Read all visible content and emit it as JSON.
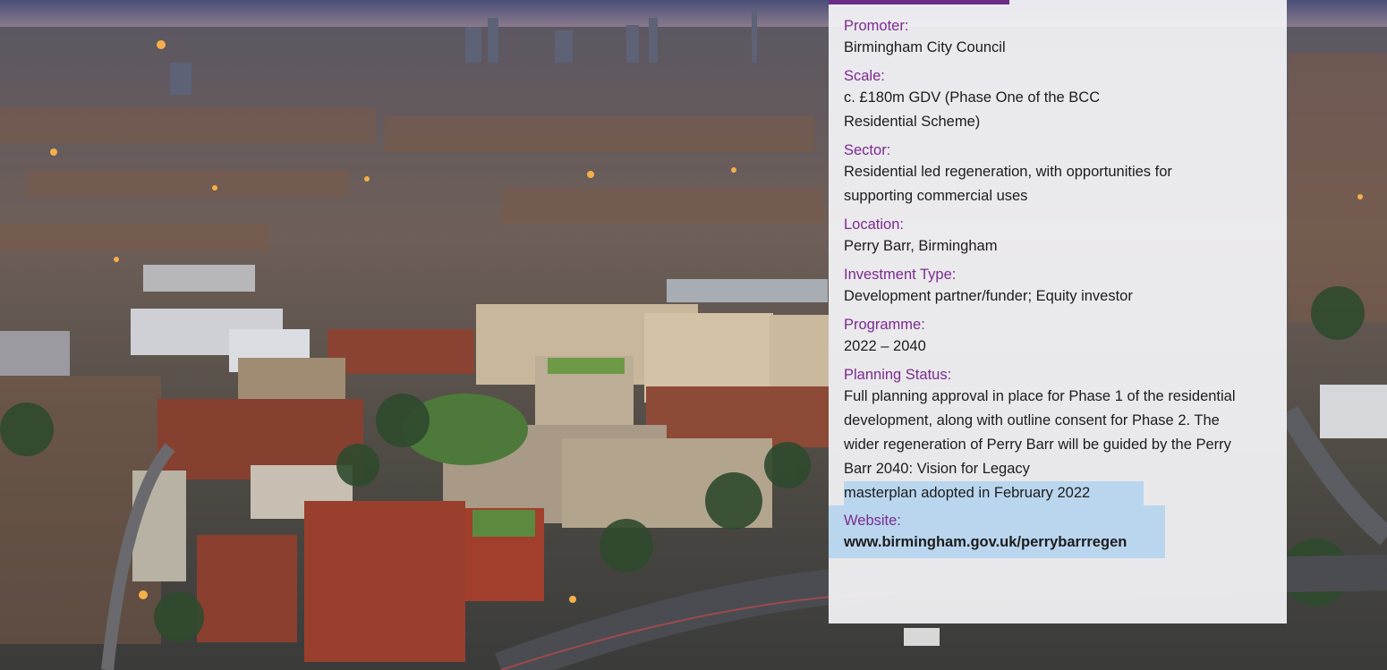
{
  "panel": {
    "items": [
      {
        "label": "Promoter:",
        "value": "Birmingham City Council"
      },
      {
        "label": "Scale:",
        "value": "c. £180m GDV (Phase One of the BCC Residential Scheme)"
      },
      {
        "label": "Sector:",
        "value": "Residential led regeneration, with opportunities for supporting commercial uses"
      },
      {
        "label": "Location:",
        "value": "Perry Barr, Birmingham"
      },
      {
        "label": "Investment Type:",
        "value": "Development partner/funder; Equity investor"
      },
      {
        "label": "Programme:",
        "value": "2022 – 2040"
      },
      {
        "label": "Planning Status:",
        "value": "Full planning approval in place for Phase 1 of the residential development, along with outline consent for Phase 2. The wider regeneration of Perry Barr will be guided by the Perry Barr 2040: Vision for Legacy",
        "value_highlighted": "masterplan adopted in February 2022"
      },
      {
        "label": "Website:",
        "value": "www.birmingham.gov.uk/perrybarrregen"
      }
    ]
  },
  "colors": {
    "accent": "#7b2b8f",
    "tab": "#6b2b87",
    "text": "#1c1c1c",
    "highlight": "#a0cdf0"
  }
}
